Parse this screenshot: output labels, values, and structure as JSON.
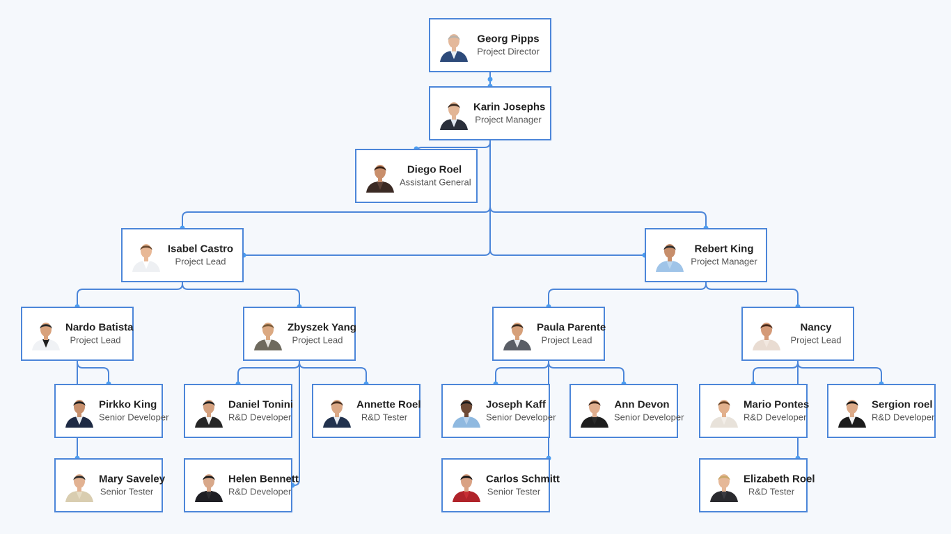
{
  "colors": {
    "background": "#f5f8fc",
    "node_border": "#4c86d9",
    "connector": "#4c86d9",
    "dot": "#4c9df0",
    "name_text": "#222222",
    "title_text": "#555555"
  },
  "nodes": [
    {
      "id": "georg",
      "name": "Georg Pipps",
      "title": "Project Director",
      "avatar": {
        "icon": "person-photo-icon",
        "suit": "#2d4a7a",
        "shirt": "#e8eef5",
        "hair": "#b8b2aa",
        "skin": "#e4b89a"
      }
    },
    {
      "id": "karin",
      "name": "Karin Josephs",
      "title": "Project Manager",
      "avatar": {
        "icon": "person-photo-icon",
        "suit": "#2a2f3a",
        "shirt": "#dfe6ef",
        "hair": "#3a2a20",
        "skin": "#e2b595"
      }
    },
    {
      "id": "diego",
      "name": "Diego Roel",
      "title": "Assistant General",
      "avatar": {
        "icon": "person-photo-icon",
        "suit": "#3b2a24",
        "shirt": "#5a4036",
        "hair": "#3a2418",
        "skin": "#c98f6c"
      }
    },
    {
      "id": "isabel",
      "name": "Isabel Castro",
      "title": "Project Lead",
      "avatar": {
        "icon": "person-photo-icon",
        "suit": "#eef0f3",
        "shirt": "#ffffff",
        "hair": "#6b4a30",
        "skin": "#e8b896"
      }
    },
    {
      "id": "rebert",
      "name": "Rebert King",
      "title": "Project Manager",
      "avatar": {
        "icon": "person-photo-icon",
        "suit": "#9fc4e8",
        "shirt": "#b9d6f0",
        "hair": "#2e2e2e",
        "skin": "#c78e6b"
      }
    },
    {
      "id": "nardo",
      "name": "Nardo Batista",
      "title": "Project Lead",
      "avatar": {
        "icon": "person-photo-icon",
        "suit": "#f0f2f5",
        "shirt": "#1f1f1f",
        "hair": "#2a2a2a",
        "skin": "#d9a27c"
      }
    },
    {
      "id": "zbyszek",
      "name": "Zbyszek Yang",
      "title": "Project Lead",
      "avatar": {
        "icon": "person-photo-icon",
        "suit": "#6e6a5e",
        "shirt": "#e8e6e0",
        "hair": "#7a5a38",
        "skin": "#dba982"
      }
    },
    {
      "id": "paula",
      "name": "Paula Parente",
      "title": "Project Lead",
      "avatar": {
        "icon": "person-photo-icon",
        "suit": "#5a5e66",
        "shirt": "#e6e8ec",
        "hair": "#3a2a1e",
        "skin": "#d6a07a"
      }
    },
    {
      "id": "nancy",
      "name": "Nancy",
      "title": "Project Lead",
      "avatar": {
        "icon": "person-photo-icon",
        "suit": "#e9dcd2",
        "shirt": "#f2e8e0",
        "hair": "#4a2a1a",
        "skin": "#d49a78"
      }
    },
    {
      "id": "pirkko",
      "name": "Pirkko King",
      "title": "Senior Developer",
      "avatar": {
        "icon": "person-photo-icon",
        "suit": "#1e2a44",
        "shirt": "#e9edf2",
        "hair": "#1e1e1e",
        "skin": "#c78f6c"
      }
    },
    {
      "id": "mary",
      "name": "Mary Saveley",
      "title": "Senior Tester",
      "avatar": {
        "icon": "person-photo-icon",
        "suit": "#d9cdb0",
        "shirt": "#e6dcc4",
        "hair": "#2a2a2a",
        "skin": "#e2b292"
      }
    },
    {
      "id": "daniel",
      "name": "Daniel Tonini",
      "title": "R&D Developer",
      "avatar": {
        "icon": "person-photo-icon",
        "suit": "#262626",
        "shirt": "#f2f2f2",
        "hair": "#1f1f1f",
        "skin": "#d4a07e"
      }
    },
    {
      "id": "annette",
      "name": "Annette Roel",
      "title": "R&D Tester",
      "avatar": {
        "icon": "person-photo-icon",
        "suit": "#22324e",
        "shirt": "#e6ebf2",
        "hair": "#4a3020",
        "skin": "#dba886"
      }
    },
    {
      "id": "helen",
      "name": "Helen Bennett",
      "title": "R&D Developer",
      "avatar": {
        "icon": "person-photo-icon",
        "suit": "#1f1f24",
        "shirt": "#2c2c30",
        "hair": "#1a1a1a",
        "skin": "#d8a88a"
      }
    },
    {
      "id": "joseph",
      "name": "Joseph Kaff",
      "title": "Senior Developer",
      "avatar": {
        "icon": "person-photo-icon",
        "suit": "#8fb9e0",
        "shirt": "#b8d3ee",
        "hair": "#1c1c1c",
        "skin": "#6e4a36"
      }
    },
    {
      "id": "ann",
      "name": "Ann Devon",
      "title": "Senior Developer",
      "avatar": {
        "icon": "person-photo-icon",
        "suit": "#1e1e1e",
        "shirt": "#2a2a2a",
        "hair": "#3a2418",
        "skin": "#e0ae8e"
      }
    },
    {
      "id": "carlos",
      "name": "Carlos Schmitt",
      "title": "Senior Tester",
      "avatar": {
        "icon": "person-photo-icon",
        "suit": "#b0232a",
        "shirt": "#c82e34",
        "hair": "#151515",
        "skin": "#d9a284"
      }
    },
    {
      "id": "mario",
      "name": "Mario Pontes",
      "title": "R&D Developer",
      "avatar": {
        "icon": "person-photo-icon",
        "suit": "#e8e2da",
        "shirt": "#f3eee8",
        "hair": "#6a4426",
        "skin": "#e2b08c"
      }
    },
    {
      "id": "sergion",
      "name": "Sergion roel",
      "title": "R&D Developer",
      "avatar": {
        "icon": "person-photo-icon",
        "suit": "#1c1c1c",
        "shirt": "#f2f2f2",
        "hair": "#141414",
        "skin": "#dcaa88"
      }
    },
    {
      "id": "elizabeth",
      "name": "Elizabeth Roel",
      "title": "R&D Tester",
      "avatar": {
        "icon": "person-photo-icon",
        "suit": "#2a2a2e",
        "shirt": "#3a3a40",
        "hair": "#c9a86a",
        "skin": "#e6b898"
      }
    }
  ],
  "edges": [
    {
      "from": "georg",
      "to": "karin"
    },
    {
      "from": "karin",
      "to": "diego"
    },
    {
      "from": "karin",
      "to": "isabel"
    },
    {
      "from": "karin",
      "to": "rebert"
    },
    {
      "from": "isabel",
      "to": "nardo"
    },
    {
      "from": "isabel",
      "to": "zbyszek"
    },
    {
      "from": "rebert",
      "to": "paula"
    },
    {
      "from": "rebert",
      "to": "nancy"
    },
    {
      "from": "nardo",
      "to": "pirkko"
    },
    {
      "from": "nardo",
      "to": "mary"
    },
    {
      "from": "zbyszek",
      "to": "daniel"
    },
    {
      "from": "zbyszek",
      "to": "annette"
    },
    {
      "from": "zbyszek",
      "to": "helen"
    },
    {
      "from": "paula",
      "to": "joseph"
    },
    {
      "from": "paula",
      "to": "ann"
    },
    {
      "from": "paula",
      "to": "carlos"
    },
    {
      "from": "nancy",
      "to": "mario"
    },
    {
      "from": "nancy",
      "to": "sergion"
    },
    {
      "from": "nancy",
      "to": "elizabeth"
    }
  ]
}
